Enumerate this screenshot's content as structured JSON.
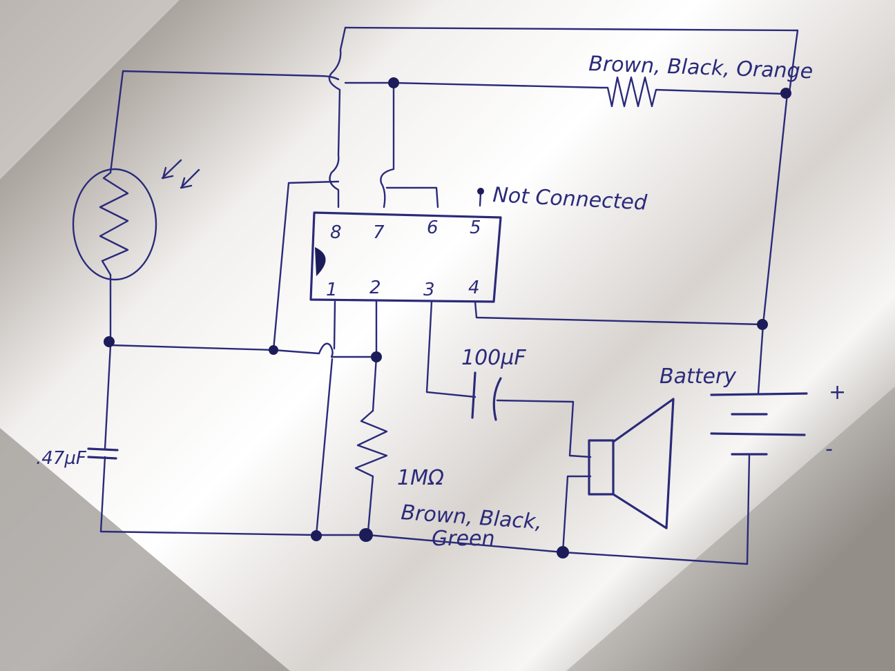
{
  "labels": {
    "resistor_top": "Brown, Black, Orange",
    "not_connected": "Not Connected",
    "cap_large": "100µF",
    "battery": "Battery",
    "cap_small": ".47µF",
    "res_value": "1MΩ",
    "res_colors_line1": "Brown, Black,",
    "res_colors_line2": "Green",
    "plus": "+",
    "minus": "-"
  },
  "ic": {
    "pins_top": [
      "8",
      "7",
      "6",
      "5"
    ],
    "pins_bottom": [
      "1",
      "2",
      "3",
      "4"
    ]
  },
  "colors": {
    "ink": "#2a2a7a",
    "paper": "#ece9e6"
  }
}
